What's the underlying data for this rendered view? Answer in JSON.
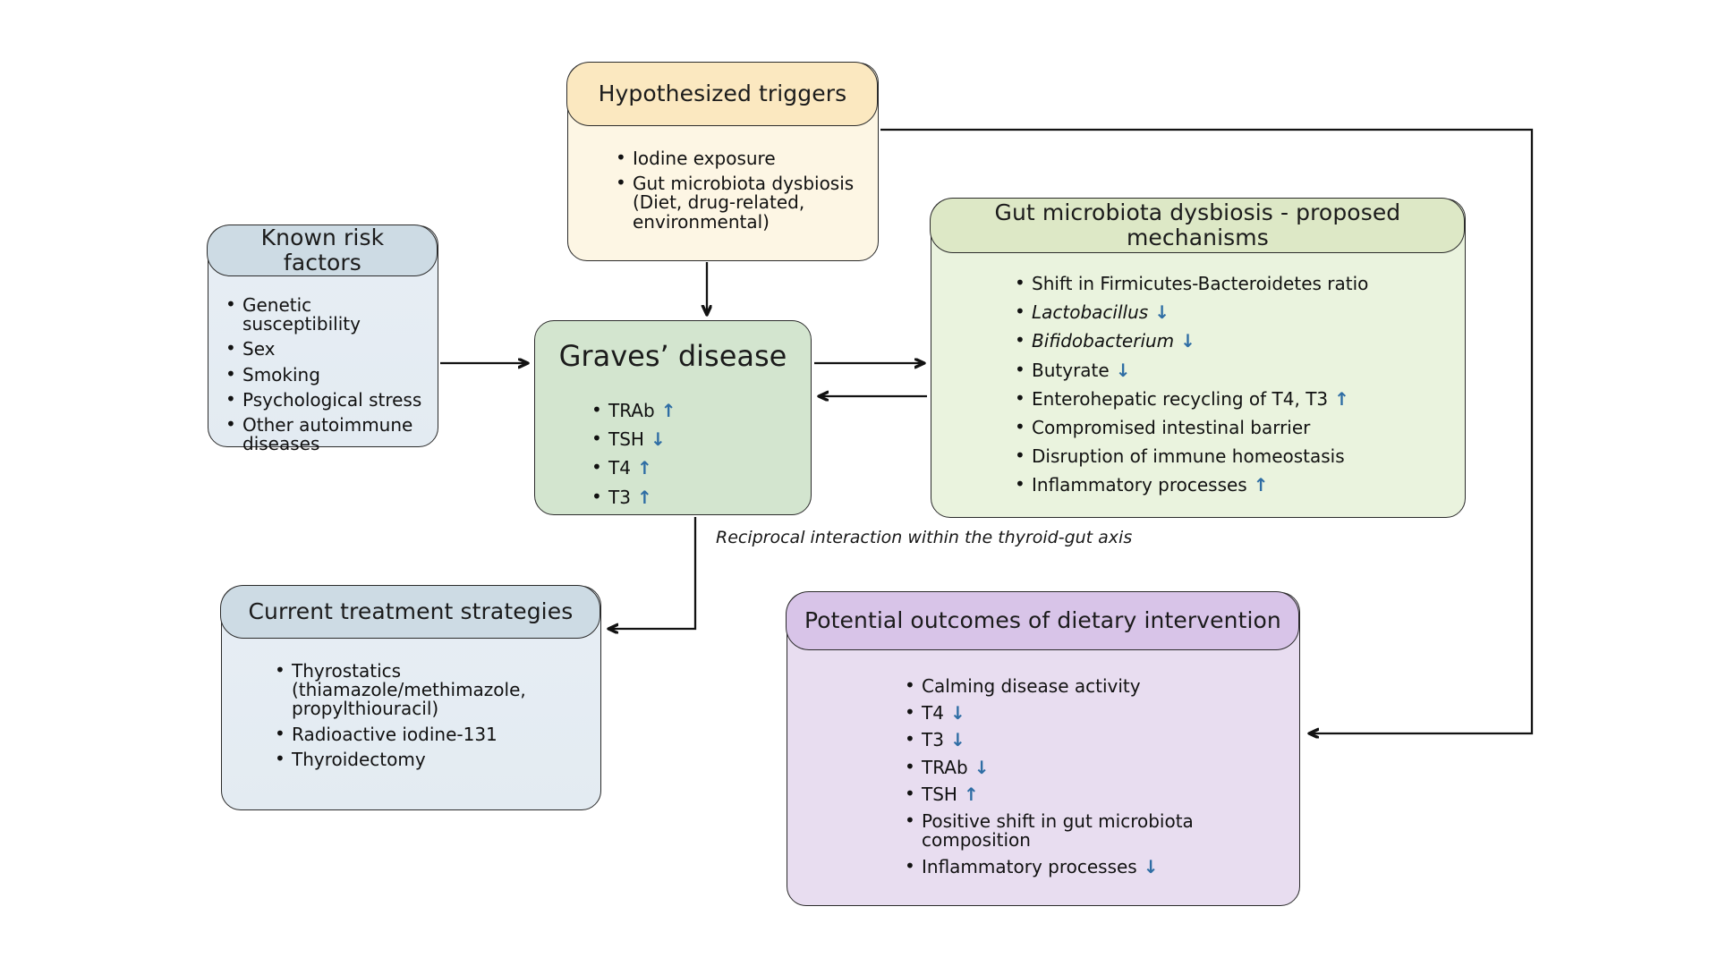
{
  "diagram": {
    "caption": "Reciprocal interaction within the thyroid-gut axis",
    "colors": {
      "orange_header": "#fbe8c0",
      "orange_body": "#fdf6e4",
      "blue_header": "#cddbe4",
      "blue_body": "#e5edf3",
      "green_header": "#dde8c6",
      "green_body": "#eaf3de",
      "graves_body": "#d3e5cf",
      "purple_header": "#d8c4e8",
      "purple_body": "#e8ddf0",
      "arrow_blue": "#2e6da4",
      "stroke": "#2b2b2b"
    }
  },
  "nodes": {
    "triggers": {
      "title": "Hypothesized triggers",
      "items": [
        "Iodine exposure",
        "Gut microbiota dysbiosis\n  (Diet, drug-related,\n    environmental)"
      ]
    },
    "risk": {
      "title": "Known risk factors",
      "items": [
        "Genetic susceptibility",
        "Sex",
        "Smoking",
        "Psychological stress",
        "Other autoimmune\ndiseases"
      ]
    },
    "graves": {
      "title": "Graves’ disease",
      "items": [
        {
          "label": "TRAb",
          "trend": "up"
        },
        {
          "label": "TSH",
          "trend": "down"
        },
        {
          "label": "T4",
          "trend": "up"
        },
        {
          "label": "T3",
          "trend": "up"
        }
      ]
    },
    "gut": {
      "title": "Gut microbiota dysbiosis - proposed mechanisms",
      "items": [
        {
          "label": "Shift in Firmicutes-Bacteroidetes ratio",
          "trend": "",
          "italic": false
        },
        {
          "label": "Lactobacillus",
          "trend": "down",
          "italic": true
        },
        {
          "label": "Bifidobacterium",
          "trend": "down",
          "italic": true
        },
        {
          "label": "Butyrate",
          "trend": "down",
          "italic": false
        },
        {
          "label": "Enterohepatic recycling of T4, T3",
          "trend": "up",
          "italic": false
        },
        {
          "label": "Compromised intestinal barrier",
          "trend": "",
          "italic": false
        },
        {
          "label": "Disruption of immune homeostasis",
          "trend": "",
          "italic": false
        },
        {
          "label": "Inflammatory processes",
          "trend": "up",
          "italic": false
        }
      ]
    },
    "treatment": {
      "title": "Current treatment strategies",
      "items": [
        "Thyrostatics\n(thiamazole/methimazole,\npropylthiouracil)",
        "Radioactive iodine-131",
        "Thyroidectomy"
      ]
    },
    "outcomes": {
      "title": "Potential outcomes of dietary intervention",
      "items": [
        {
          "label": "Calming disease activity",
          "trend": ""
        },
        {
          "label": "T4",
          "trend": "down"
        },
        {
          "label": "T3",
          "trend": "down"
        },
        {
          "label": "TRAb",
          "trend": "down"
        },
        {
          "label": "TSH",
          "trend": "up"
        },
        {
          "label": "Positive shift in gut microbiota\ncomposition",
          "trend": ""
        },
        {
          "label": "Inflammatory processes",
          "trend": "down"
        }
      ]
    }
  },
  "edges": [
    {
      "name": "triggers-to-graves",
      "from": "triggers",
      "to": "graves"
    },
    {
      "name": "risk-to-graves",
      "from": "risk",
      "to": "graves"
    },
    {
      "name": "graves-to-gut",
      "from": "graves",
      "to": "gut"
    },
    {
      "name": "gut-to-graves",
      "from": "gut",
      "to": "graves"
    },
    {
      "name": "graves-to-treatment",
      "from": "graves",
      "to": "treatment"
    },
    {
      "name": "triggers-to-outcomes",
      "from": "triggers",
      "to": "outcomes"
    }
  ]
}
